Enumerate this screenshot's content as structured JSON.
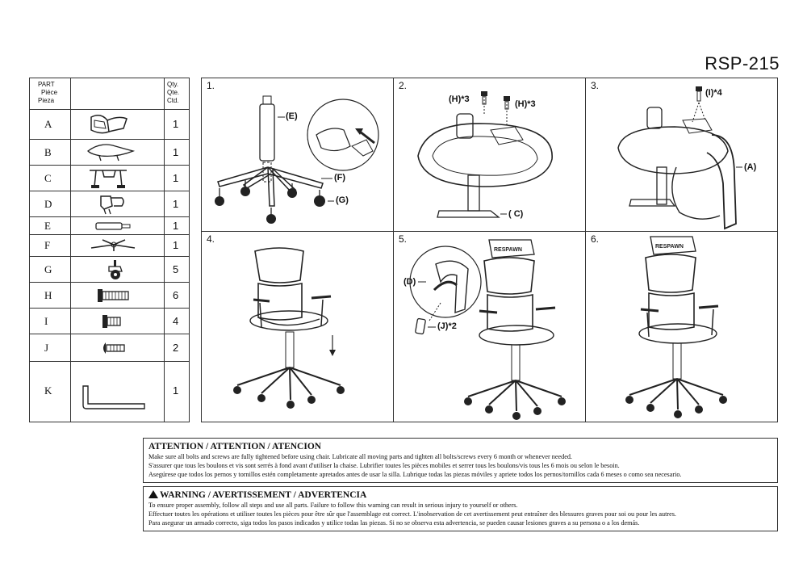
{
  "model_number": "RSP-215",
  "parts_table": {
    "header_part": [
      "PART",
      "Piéce",
      "Pieza"
    ],
    "header_qty": [
      "Qty.",
      "Qte.",
      "Ctd."
    ],
    "rows": [
      {
        "letter": "A",
        "qty": "1",
        "icon": "backrest-frame-icon"
      },
      {
        "letter": "B",
        "qty": "1",
        "icon": "seat-icon"
      },
      {
        "letter": "C",
        "qty": "1",
        "icon": "seat-mechanism-icon"
      },
      {
        "letter": "D",
        "qty": "1",
        "icon": "armrest-icon"
      },
      {
        "letter": "E",
        "qty": "1",
        "icon": "gas-cylinder-icon"
      },
      {
        "letter": "F",
        "qty": "1",
        "icon": "star-base-icon"
      },
      {
        "letter": "G",
        "qty": "5",
        "icon": "caster-icon"
      },
      {
        "letter": "H",
        "qty": "6",
        "icon": "long-bolt-icon"
      },
      {
        "letter": "I",
        "qty": "4",
        "icon": "short-bolt-icon"
      },
      {
        "letter": "J",
        "qty": "2",
        "icon": "round-head-bolt-icon"
      },
      {
        "letter": "K",
        "qty": "1",
        "icon": "allen-key-icon"
      }
    ]
  },
  "steps": [
    {
      "number": "1.",
      "labels": [
        "(E)",
        "(F)",
        "(G)"
      ]
    },
    {
      "number": "2.",
      "labels": [
        "(H)*3",
        "(H)*3",
        "( C)"
      ]
    },
    {
      "number": "3.",
      "labels": [
        "(I)*4",
        "(A)"
      ]
    },
    {
      "number": "4.",
      "labels": []
    },
    {
      "number": "5.",
      "labels": [
        "(D)",
        "(J)*2"
      ],
      "headrest_text": "RESPAWN"
    },
    {
      "number": "6.",
      "labels": [],
      "headrest_text": "RESPAWN"
    }
  ],
  "attention": {
    "title": "ATTENTION / ATTENTION / ATENCION",
    "lines": [
      "Make sure all bolts and screws are fully tightened before using chair. Lubricate all moving parts and tighten all bolts/screws every 6 month or whenever needed.",
      "S'assurer que tous les boulons et vis sont serrés à fond avant d'utiliser la chaise. Lubrifier toutes les pièces mobiles et serrer tous les boulons/vis tous les 6 mois ou selon le besoin.",
      "Asegúrese que todos los pernos y tornillos estén completamente apretados antes de usar la silla. Lubrique todas las piezas móviles y apriete todos los pernos/tornillos cada 6 meses o como sea necesario."
    ]
  },
  "warning": {
    "title": "WARNING / AVERTISSEMENT / ADVERTENCIA",
    "lines": [
      "To ensure proper assembly, follow all steps and use all parts. Failure to follow this warning can result in serious injury to yourself or others.",
      "Effectuer toutes les opérations et utiliser toutes les pièces pour être sûr que l'assemblage est correct. L'inobservation de cet avertissement peut entraîner des blessures graves pour soi ou pour les autres.",
      "Para asegurar un armado correcto, siga todos los pasos indicados y utilice todas las piezas. Si no se observa esta advertencia, se pueden causar lesiones graves a su persona o a los demás."
    ]
  }
}
